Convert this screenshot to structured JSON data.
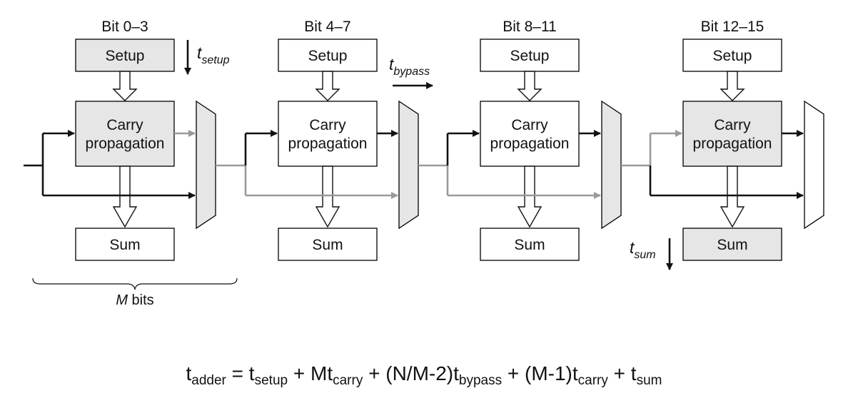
{
  "colors": {
    "shaded": "#e6e6e6",
    "gray_line": "#9a9a9a",
    "black_line": "#111111"
  },
  "groups": [
    {
      "title": "Bit 0–3",
      "setup": "Setup",
      "carry_1": "Carry",
      "carry_2": "propagation",
      "sum": "Sum",
      "setup_shaded": true,
      "carry_shaded": true,
      "sum_shaded": false,
      "mux_shaded": true
    },
    {
      "title": "Bit 4–7",
      "setup": "Setup",
      "carry_1": "Carry",
      "carry_2": "propagation",
      "sum": "Sum",
      "setup_shaded": false,
      "carry_shaded": false,
      "sum_shaded": false,
      "mux_shaded": true
    },
    {
      "title": "Bit 8–11",
      "setup": "Setup",
      "carry_1": "Carry",
      "carry_2": "propagation",
      "sum": "Sum",
      "setup_shaded": false,
      "carry_shaded": false,
      "sum_shaded": false,
      "mux_shaded": true
    },
    {
      "title": "Bit 12–15",
      "setup": "Setup",
      "carry_1": "Carry",
      "carry_2": "propagation",
      "sum": "Sum",
      "setup_shaded": false,
      "carry_shaded": true,
      "sum_shaded": true,
      "mux_shaded": false
    }
  ],
  "annotations": {
    "t_setup": {
      "base": "t",
      "sub": "setup"
    },
    "t_bypass": {
      "base": "t",
      "sub": "bypass"
    },
    "t_sum": {
      "base": "t",
      "sub": "sum"
    },
    "m_bits": {
      "var": "M",
      "rest": " bits"
    }
  },
  "formula": {
    "lhs": "t",
    "lhs_sub": "adder",
    "t1": " = t",
    "t1_sub": "setup",
    "t2": " + Mt",
    "t2_sub": "carry",
    "t3": " + (N/M-2)t",
    "t3_sub": "bypass",
    "t4": " + (M-1)t",
    "t4_sub": "carry",
    "t5": " + t",
    "t5_sub": "sum"
  }
}
